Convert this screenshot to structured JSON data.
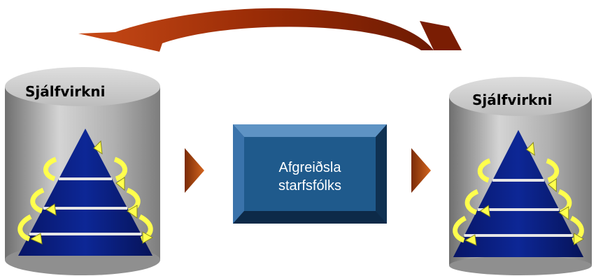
{
  "diagram": {
    "left_cylinder_label": "Sjálfvirkni",
    "right_cylinder_label": "Sjálfvirkni",
    "center_box_line1": "Afgreiðsla",
    "center_box_line2": "starfsfólks"
  },
  "colors": {
    "return_arrow": "#9e2e06",
    "cylinder": "#b9b9b9",
    "box": "#1f5a8c",
    "pyramid": "#0a1f86",
    "cycle_arrows": "#ffff4d",
    "flow_arrows": "#b5440e"
  },
  "icons": {
    "flow_arrow": "triangle-right-arrow-icon",
    "return_arrow": "curved-return-arrow-icon",
    "cycle": "circular-cycle-arrow-icon"
  }
}
